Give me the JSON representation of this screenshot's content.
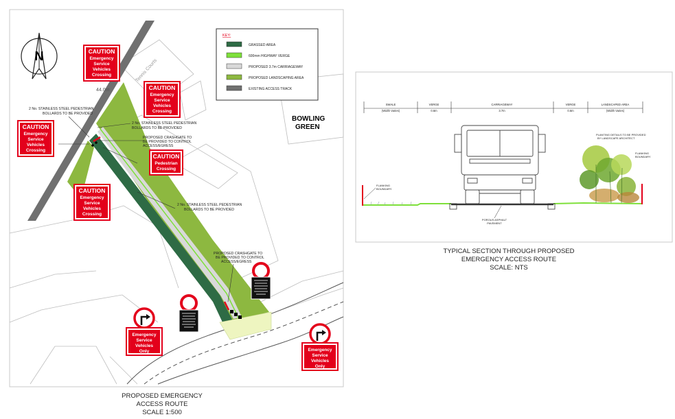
{
  "plan": {
    "north_label": "N",
    "caption_lines": [
      "PROPOSED EMERGENCY",
      "ACCESS ROUTE",
      "SCALE 1:500"
    ],
    "bowling_green": [
      "BOWLING",
      "GREEN"
    ],
    "street_name": "Tennis Courts",
    "level_mark": "44.0m",
    "notes": {
      "bollards_left": [
        "2 No. STAINLESS STEEL PEDESTRIAN",
        "BOLLARDS TO BE PROVIDED"
      ],
      "bollards_top_right": [
        "2 No. STAINLESS STEEL PEDESTRIAN",
        "BOLLARDS TO BE PROVIDED"
      ],
      "crashgate_top": [
        "PROPOSED CRASHGATE TO",
        "BE PROVIDED TO CONTROL",
        "ACCESS/EGRESS"
      ],
      "bollards_middle": [
        "2 No. STAINLESS STEEL PEDESTRIAN",
        "BOLLARDS TO BE PROVIDED"
      ],
      "crashgate_bottom": [
        "PROPOSED CRASHGATE TO",
        "BE PROVIDED TO CONTROL",
        "ACCESS/EGRESS"
      ]
    },
    "caution_signs": [
      [
        "CAUTION",
        "Emergency",
        "Service",
        "Vehicles",
        "Crossing"
      ],
      [
        "CAUTION",
        "Emergency",
        "Service",
        "Vehicles",
        "Crossing"
      ],
      [
        "CAUTION",
        "Emergency",
        "Service",
        "Vehicles",
        "Crossing"
      ],
      [
        "CAUTION",
        "Pedestrian",
        "Crossing"
      ],
      [
        "CAUTION",
        "Emergency",
        "Service",
        "Vehicles",
        "Crossing"
      ]
    ],
    "only_signs": [
      [
        "Emergency",
        "Service",
        "Vehicles",
        "Only"
      ],
      [
        "Emergency",
        "Service",
        "Vehicles",
        "Only"
      ]
    ]
  },
  "key": {
    "title": "KEY:",
    "items": [
      {
        "label": "GRASSED AREA",
        "color": "#2e6b45"
      },
      {
        "label": "600mm HIGHWAY VERGE",
        "color": "#7ee03a"
      },
      {
        "label": "PROPOSED 3.7m CARRIAGEWAY",
        "color": "#d9d9d9"
      },
      {
        "label": "PROPOSED LANDSCAPING AREA",
        "color": "#8db840"
      },
      {
        "label": "EXISTING ACCESS TRACK",
        "color": "#707070"
      }
    ]
  },
  "section": {
    "caption_lines": [
      "TYPICAL SECTION THROUGH PROPOSED",
      "EMERGENCY ACCESS ROUTE",
      "SCALE: NTS"
    ],
    "dims": [
      {
        "label": "SWALE",
        "sub": "(Width Varies)"
      },
      {
        "label": "VERGE",
        "sub": "0.6m"
      },
      {
        "label": "CARRIAGEWAY",
        "sub": "3.7m"
      },
      {
        "label": "VERGE",
        "sub": "0.6m"
      },
      {
        "label": "LANDSCAPED AREA",
        "sub": "(Width Varies)"
      }
    ],
    "fence_left": [
      "FLANKING",
      "BOUNDARY"
    ],
    "fence_right": [
      "FLANKING",
      "BOUNDARY"
    ],
    "planting_note": [
      "PLANTING DETAILS TO BE PROVIDED",
      "BY LANDSCAPE ARCHITECT"
    ],
    "pavement_note": [
      "POROUS ASPHALT",
      "PAVEMENT"
    ]
  }
}
